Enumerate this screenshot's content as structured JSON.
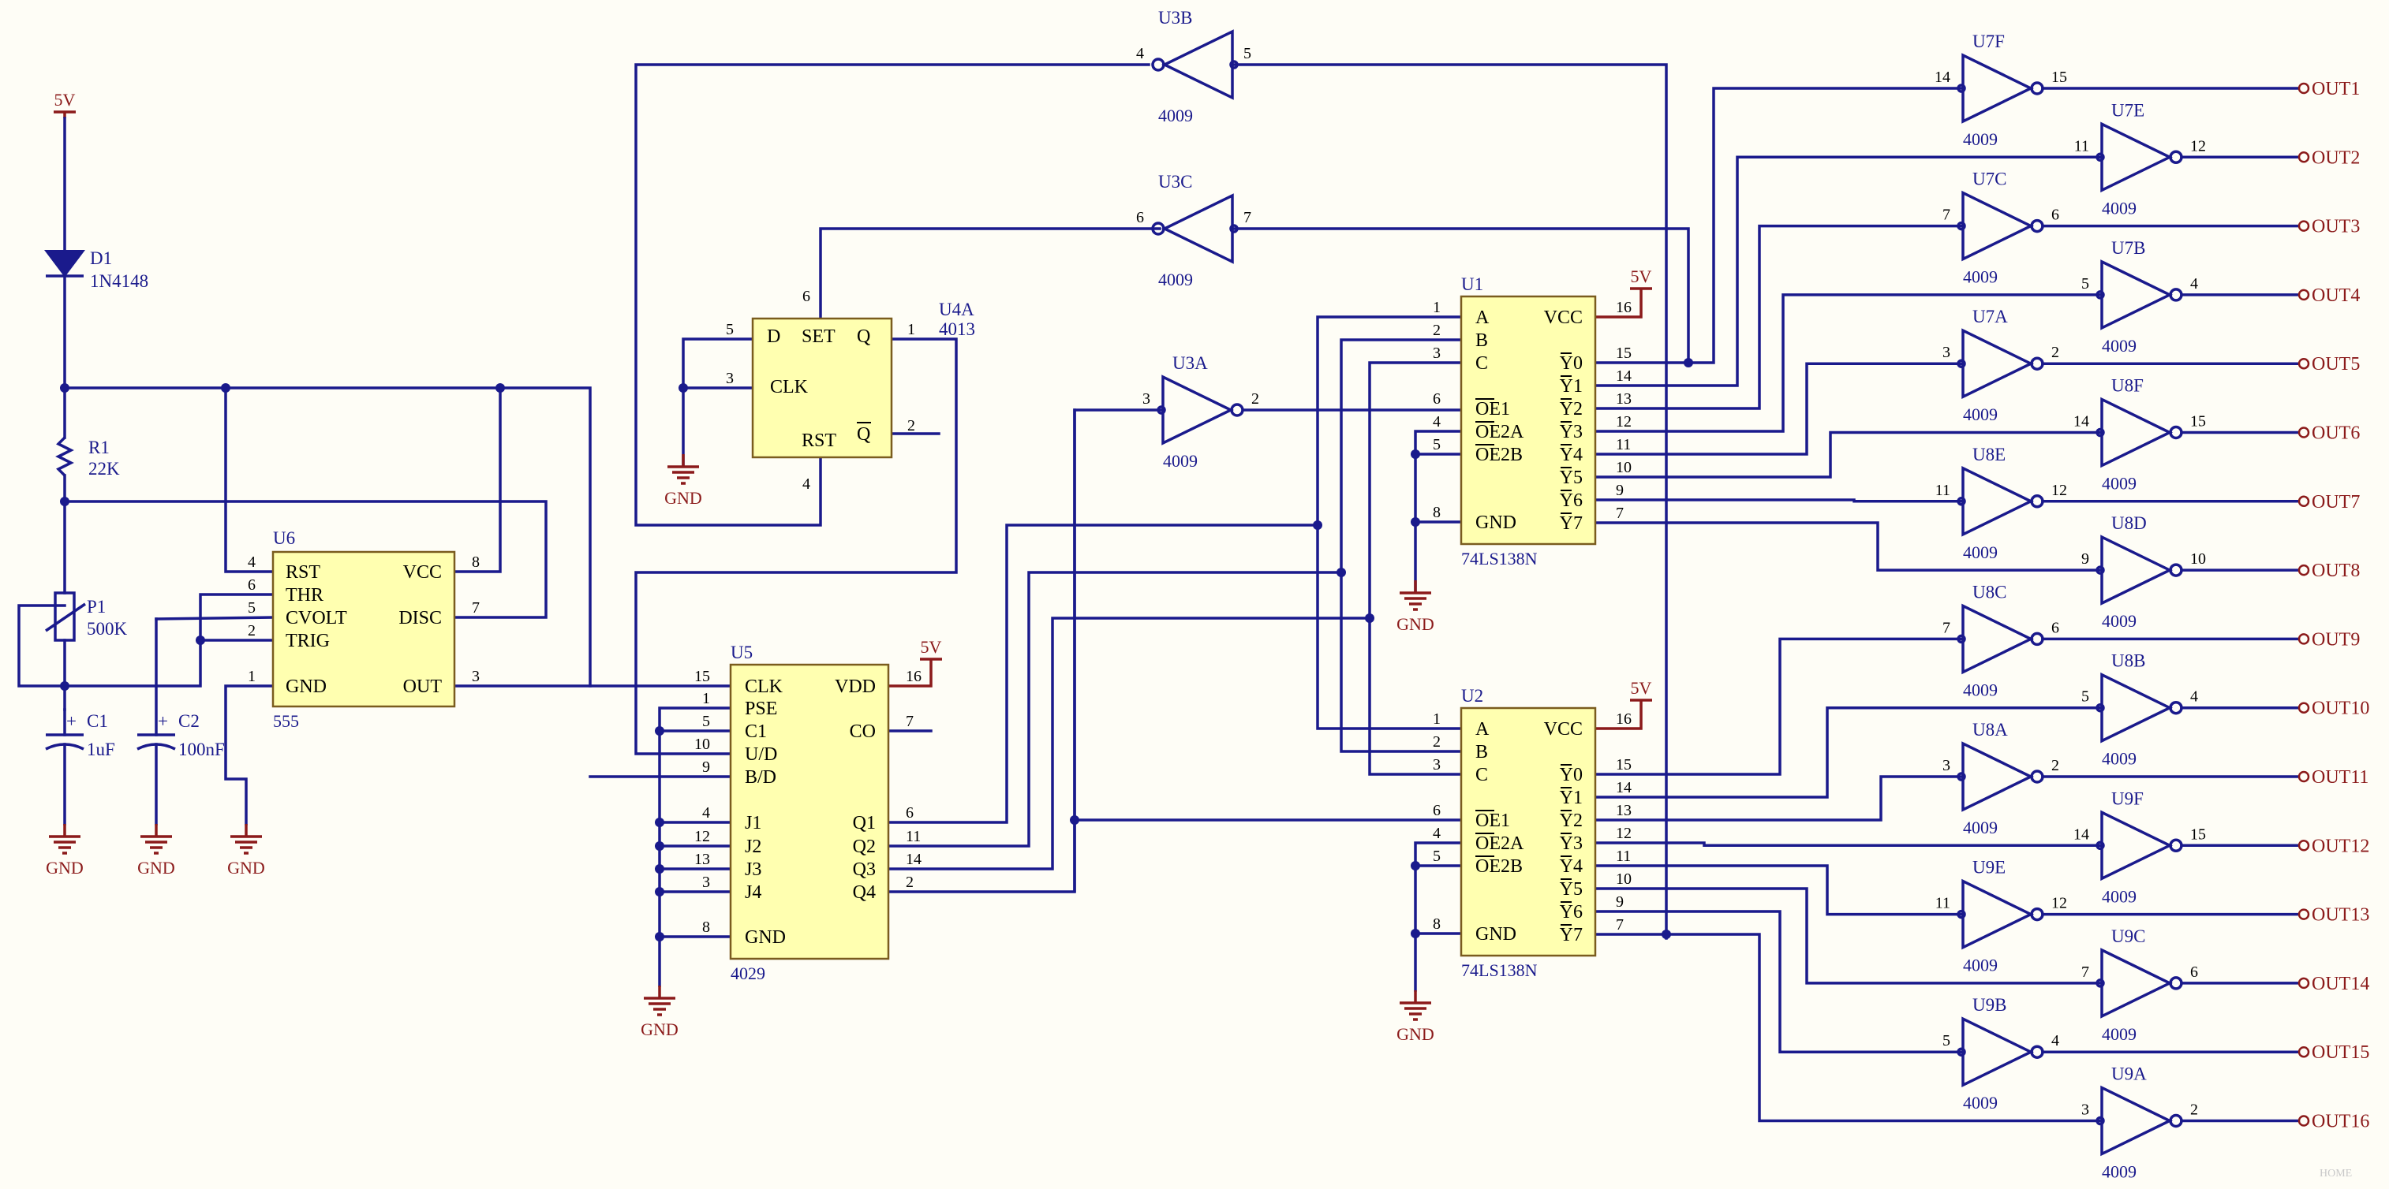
{
  "supply": {
    "vcc": "5V",
    "gnd": "GND"
  },
  "discrete": {
    "d1": {
      "designator": "D1",
      "value": "1N4148"
    },
    "r1": {
      "designator": "R1",
      "value": "22K"
    },
    "p1": {
      "designator": "P1",
      "value": "500K"
    },
    "c1": {
      "designator": "C1",
      "value": "1uF"
    },
    "c2": {
      "designator": "C2",
      "value": "100nF"
    }
  },
  "ic555": {
    "designator": "U6",
    "part": "555",
    "pins": [
      {
        "name": "RST",
        "num": "4"
      },
      {
        "name": "THR",
        "num": "6"
      },
      {
        "name": "CVOLT",
        "num": "5"
      },
      {
        "name": "TRIG",
        "num": "2"
      },
      {
        "name": "GND",
        "num": "1"
      },
      {
        "name": "VCC",
        "num": "8"
      },
      {
        "name": "DISC",
        "num": "7"
      },
      {
        "name": "OUT",
        "num": "3"
      }
    ]
  },
  "ff4013": {
    "designator": "U4A",
    "part": "4013",
    "pins": [
      {
        "name": "D",
        "num": "5"
      },
      {
        "name": "CLK",
        "num": "3"
      },
      {
        "name": "SET",
        "num": "6"
      },
      {
        "name": "Q",
        "num": "1"
      },
      {
        "name": "Q",
        "num": "2"
      },
      {
        "name": "RST",
        "num": "4"
      }
    ]
  },
  "counter4029": {
    "designator": "U5",
    "part": "4029",
    "vdd_num": "16",
    "pins": [
      {
        "name": "CLK",
        "num": "15"
      },
      {
        "name": "PSE",
        "num": "1"
      },
      {
        "name": "C1",
        "num": "5"
      },
      {
        "name": "U/D",
        "num": "10"
      },
      {
        "name": "B/D",
        "num": "9"
      },
      {
        "name": "J1",
        "num": "4"
      },
      {
        "name": "J2",
        "num": "12"
      },
      {
        "name": "J3",
        "num": "13"
      },
      {
        "name": "J4",
        "num": "3"
      },
      {
        "name": "GND",
        "num": "8"
      },
      {
        "name": "VDD",
        "num": "16"
      },
      {
        "name": "CO",
        "num": "7"
      },
      {
        "name": "Q1",
        "num": "6"
      },
      {
        "name": "Q2",
        "num": "11"
      },
      {
        "name": "Q3",
        "num": "14"
      },
      {
        "name": "Q4",
        "num": "2"
      }
    ]
  },
  "decoders": [
    {
      "designator": "U1",
      "part": "74LS138N",
      "left_pins": [
        {
          "name": "A",
          "num": "1"
        },
        {
          "name": "B",
          "num": "2"
        },
        {
          "name": "C",
          "num": "3"
        },
        {
          "name": "OE1",
          "num": "6"
        },
        {
          "name": "OE2A",
          "num": "4"
        },
        {
          "name": "OE2B",
          "num": "5"
        },
        {
          "name": "GND",
          "num": "8"
        }
      ],
      "vcc": {
        "name": "VCC",
        "num": "16"
      },
      "outputs": [
        {
          "name": "Y0",
          "num": "15"
        },
        {
          "name": "Y1",
          "num": "14"
        },
        {
          "name": "Y2",
          "num": "13"
        },
        {
          "name": "Y3",
          "num": "12"
        },
        {
          "name": "Y4",
          "num": "11"
        },
        {
          "name": "Y5",
          "num": "10"
        },
        {
          "name": "Y6",
          "num": "9"
        },
        {
          "name": "Y7",
          "num": "7"
        }
      ]
    },
    {
      "designator": "U2",
      "part": "74LS138N",
      "left_pins": [
        {
          "name": "A",
          "num": "1"
        },
        {
          "name": "B",
          "num": "2"
        },
        {
          "name": "C",
          "num": "3"
        },
        {
          "name": "OE1",
          "num": "6"
        },
        {
          "name": "OE2A",
          "num": "4"
        },
        {
          "name": "OE2B",
          "num": "5"
        },
        {
          "name": "GND",
          "num": "8"
        }
      ],
      "vcc": {
        "name": "VCC",
        "num": "16"
      },
      "outputs": [
        {
          "name": "Y0",
          "num": "15"
        },
        {
          "name": "Y1",
          "num": "14"
        },
        {
          "name": "Y2",
          "num": "13"
        },
        {
          "name": "Y3",
          "num": "12"
        },
        {
          "name": "Y4",
          "num": "11"
        },
        {
          "name": "Y5",
          "num": "10"
        },
        {
          "name": "Y6",
          "num": "9"
        },
        {
          "name": "Y7",
          "num": "7"
        }
      ]
    }
  ],
  "mid_inverters": [
    {
      "designator": "U3B",
      "part": "4009",
      "in": "5",
      "out": "4"
    },
    {
      "designator": "U3C",
      "part": "4009",
      "in": "7",
      "out": "6"
    },
    {
      "designator": "U3A",
      "part": "4009",
      "in": "3",
      "out": "2"
    }
  ],
  "out_inverters": [
    {
      "designator": "U7F",
      "part": "4009",
      "in": "14",
      "out": "15"
    },
    {
      "designator": "U7E",
      "part": "4009",
      "in": "11",
      "out": "12"
    },
    {
      "designator": "U7C",
      "part": "4009",
      "in": "7",
      "out": "6"
    },
    {
      "designator": "U7B",
      "part": "4009",
      "in": "5",
      "out": "4"
    },
    {
      "designator": "U7A",
      "part": "4009",
      "in": "3",
      "out": "2"
    },
    {
      "designator": "U8F",
      "part": "4009",
      "in": "14",
      "out": "15"
    },
    {
      "designator": "U8E",
      "part": "4009",
      "in": "11",
      "out": "12"
    },
    {
      "designator": "U8D",
      "part": "4009",
      "in": "9",
      "out": "10"
    },
    {
      "designator": "U8C",
      "part": "4009",
      "in": "7",
      "out": "6"
    },
    {
      "designator": "U8B",
      "part": "4009",
      "in": "5",
      "out": "4"
    },
    {
      "designator": "U8A",
      "part": "4009",
      "in": "3",
      "out": "2"
    },
    {
      "designator": "U9F",
      "part": "4009",
      "in": "14",
      "out": "15"
    },
    {
      "designator": "U9E",
      "part": "4009",
      "in": "11",
      "out": "12"
    },
    {
      "designator": "U9C",
      "part": "4009",
      "in": "7",
      "out": "6"
    },
    {
      "designator": "U9B",
      "part": "4009",
      "in": "5",
      "out": "4"
    },
    {
      "designator": "U9A",
      "part": "4009",
      "in": "3",
      "out": "2"
    }
  ],
  "outputs": [
    "OUT1",
    "OUT2",
    "OUT3",
    "OUT4",
    "OUT5",
    "OUT6",
    "OUT7",
    "OUT8",
    "OUT9",
    "OUT10",
    "OUT11",
    "OUT12",
    "OUT13",
    "OUT14",
    "OUT15",
    "OUT16"
  ],
  "watermark": "HOME"
}
